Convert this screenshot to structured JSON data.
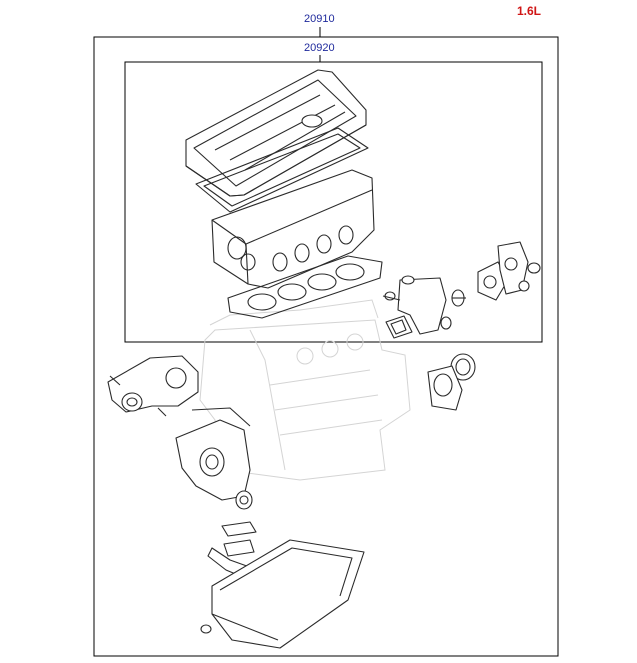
{
  "diagram": {
    "engine_label": "1.6L",
    "outer_kit_part_number": "20910",
    "inner_kit_part_number": "20920",
    "colors": {
      "part_number": "#1f2a9c",
      "engine_label": "#d01515",
      "frame": "#000000",
      "ghost_block": "#d4d4d4"
    }
  }
}
